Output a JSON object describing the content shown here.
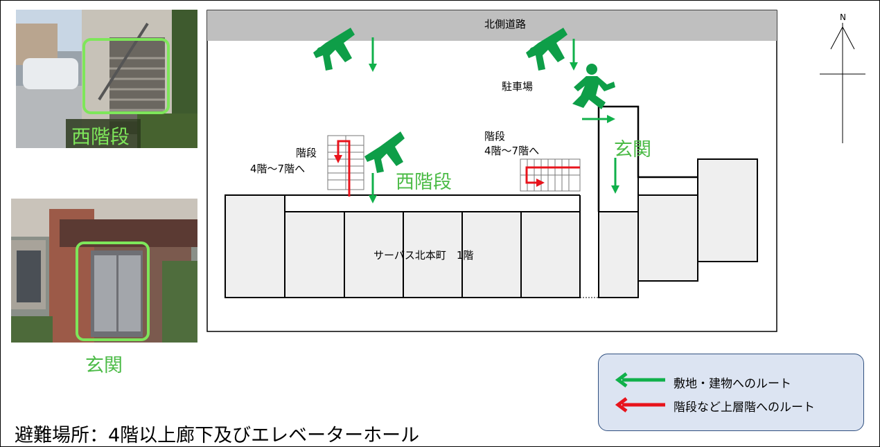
{
  "photos": {
    "west_stairs_label": "西階段",
    "entrance_label": "玄関"
  },
  "map": {
    "north_road": "北側道路",
    "parking": "駐車場",
    "stairs_west_label": "階段",
    "stairs_west_floors": "4階〜7階へ",
    "stairs_east_label": "階段",
    "stairs_east_floors": "4階〜7階へ",
    "west_stairs_title": "西階段",
    "entrance_title": "玄関",
    "building_name": "サーパス北本町　1階",
    "compass_letter": "N"
  },
  "legend": {
    "green_route": "敷地・建物へのルート",
    "red_route": "階段など上層階へのルート",
    "green_color": "#10b04a",
    "red_color": "#e8141c"
  },
  "footer": {
    "evacuation_note": "避難場所：4階以上廊下及びエレベーターホール"
  }
}
